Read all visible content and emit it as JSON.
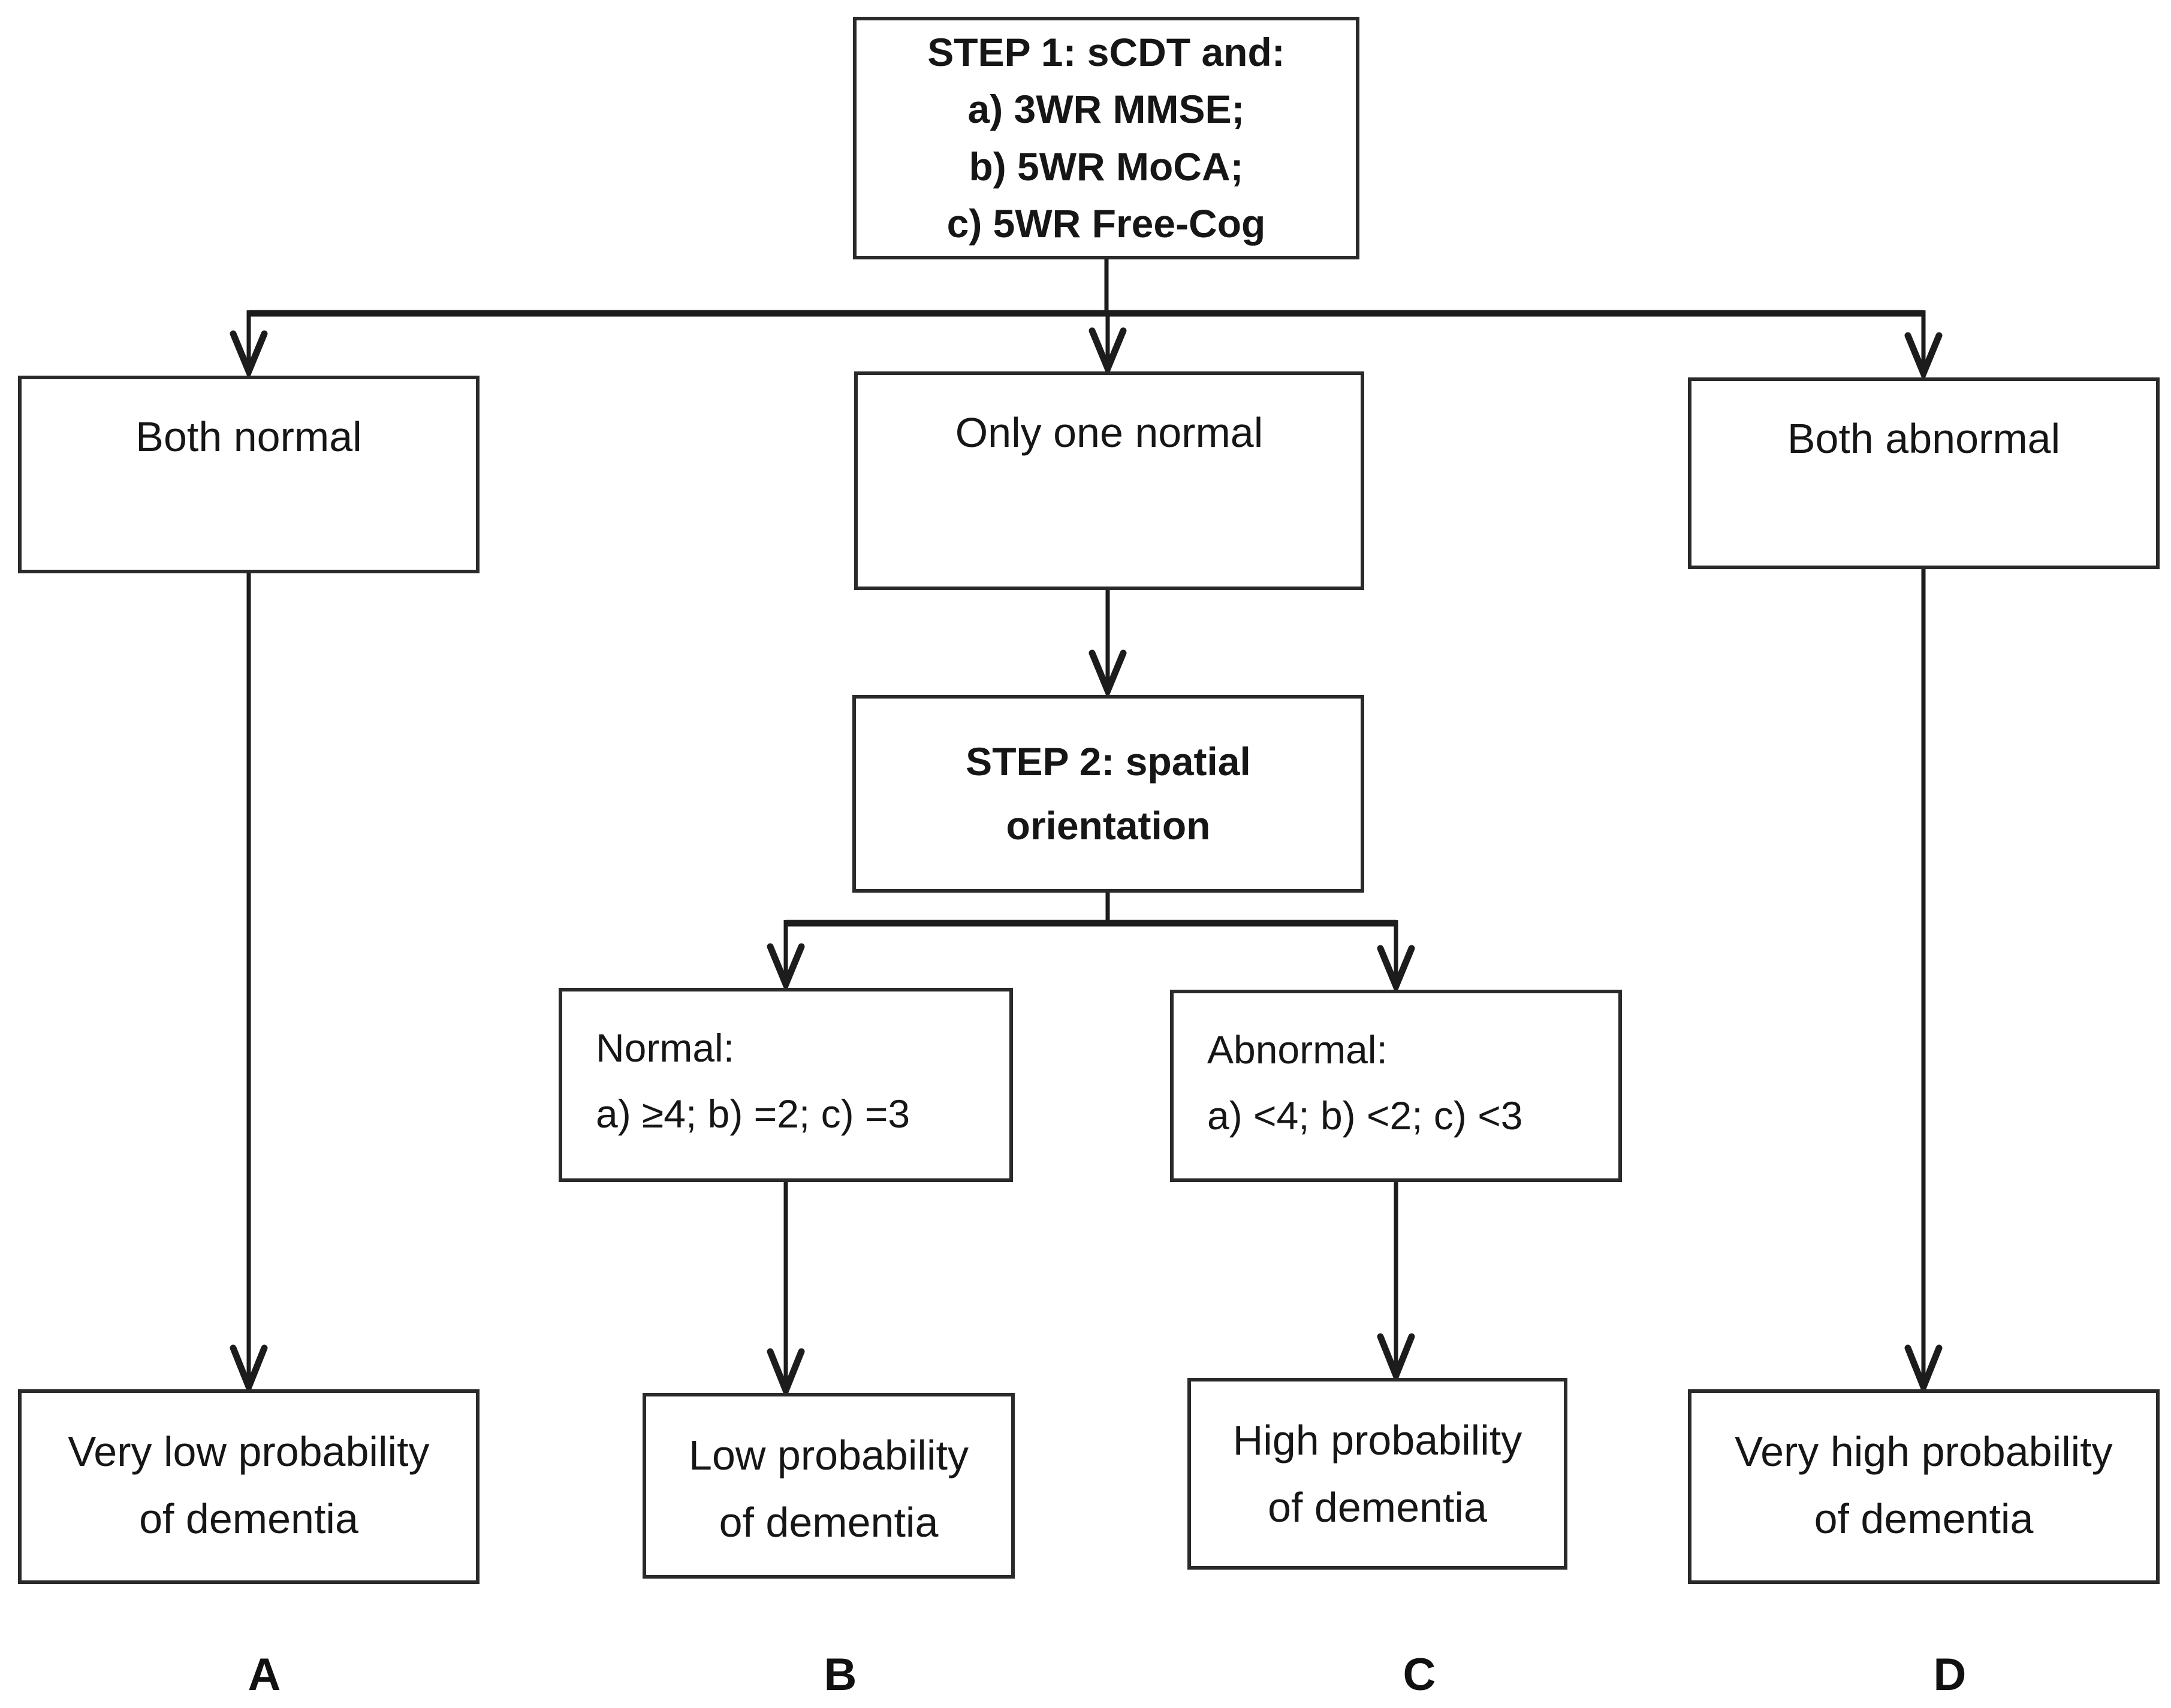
{
  "nodes": {
    "step1": {
      "lines": [
        "STEP 1: sCDT and:",
        "a) 3WR MMSE;",
        "b) 5WR MoCA;",
        "c) 5WR Free-Cog"
      ]
    },
    "both_normal": {
      "lines": [
        "Both normal"
      ]
    },
    "only_one_normal": {
      "lines": [
        "Only one normal"
      ]
    },
    "both_abnormal": {
      "lines": [
        "Both abnormal"
      ]
    },
    "step2": {
      "lines": [
        "STEP 2: spatial",
        "orientation"
      ]
    },
    "normal_criteria": {
      "lines": [
        "Normal:",
        "a) ≥4; b) =2; c) =3"
      ]
    },
    "abnormal_criteria": {
      "lines": [
        "Abnormal:",
        "a) <4; b) <2; c) <3"
      ]
    },
    "outcome_a": {
      "lines": [
        "Very low probability",
        "of dementia"
      ]
    },
    "outcome_b": {
      "lines": [
        "Low probability",
        "of dementia"
      ]
    },
    "outcome_c": {
      "lines": [
        "High probability",
        "of dementia"
      ]
    },
    "outcome_d": {
      "lines": [
        "Very high probability",
        "of dementia"
      ]
    }
  },
  "column_labels": [
    "A",
    "B",
    "C",
    "D"
  ],
  "colors": {
    "line": "#1c1c1c",
    "box_border": "#2a2a2a",
    "text": "#161616",
    "background": "#ffffff"
  }
}
